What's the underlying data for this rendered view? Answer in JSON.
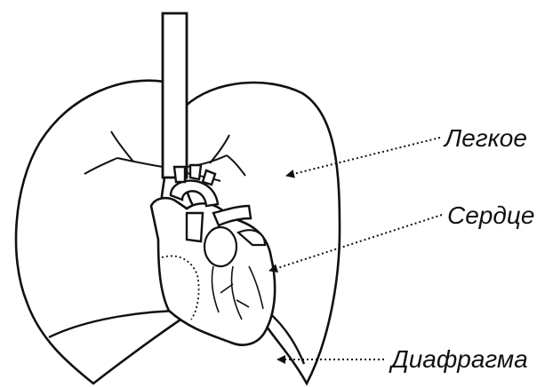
{
  "labels": {
    "lung": "Легкое",
    "heart": "Сердце",
    "diaphragm": "Диафрагма"
  },
  "colors": {
    "ink": "#111111",
    "background": "#ffffff"
  }
}
